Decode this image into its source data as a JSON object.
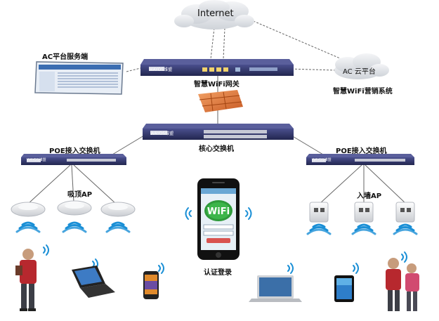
{
  "labels": {
    "internet": "Internet",
    "ac_platform_server": "AC平台服务端",
    "smart_wifi_gateway": "智慧WiFi网关",
    "ac_cloud_platform": "AC 云平台",
    "smart_wifi_marketing": "智慧WiFi营销系统",
    "core_switch": "核心交换机",
    "poe_switch_left": "POE接入交换机",
    "poe_switch_right": "POE接入交换机",
    "ceiling_ap": "吸顶AP",
    "wall_ap": "入墙AP",
    "auth_login": "认证登录",
    "brand": "WAYOS维盟",
    "wifi_logo": "WiFi"
  },
  "colors": {
    "device_body": "#3a3f7a",
    "cloud_fill": "#e3e6ea",
    "wifi_blue": "#1a8fd6",
    "firewall": "#e07a3a",
    "link_line": "#555555"
  }
}
